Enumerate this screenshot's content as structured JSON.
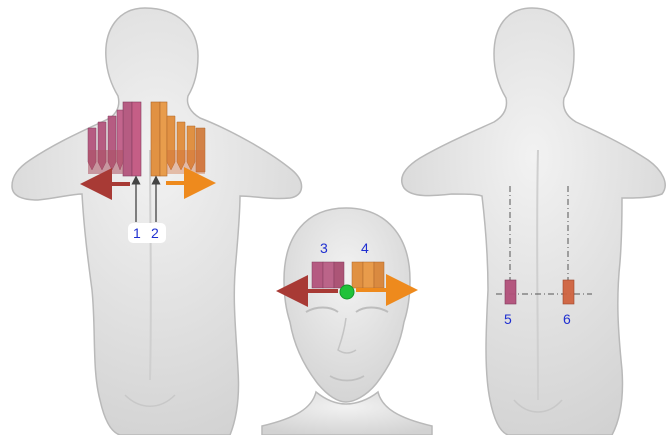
{
  "labels": {
    "n1": "1",
    "n2": "2",
    "n3": "3",
    "n4": "4",
    "n5": "5",
    "n6": "6"
  },
  "colors": {
    "body_fill": "#e4e4e4",
    "body_stroke": "#b9b9b9",
    "tape_pink": "#b2507a",
    "tape_orange": "#e08a35",
    "tape_red": "#c2523f",
    "arrow_red": "#a83a35",
    "arrow_orange": "#ee8a1d",
    "number_blue": "#1f2fd0",
    "anchor_green": "#1fc23a",
    "guide_line": "#555555"
  },
  "icons": {
    "anchor_point": "green-dot",
    "stretch_direction": "arrow"
  }
}
